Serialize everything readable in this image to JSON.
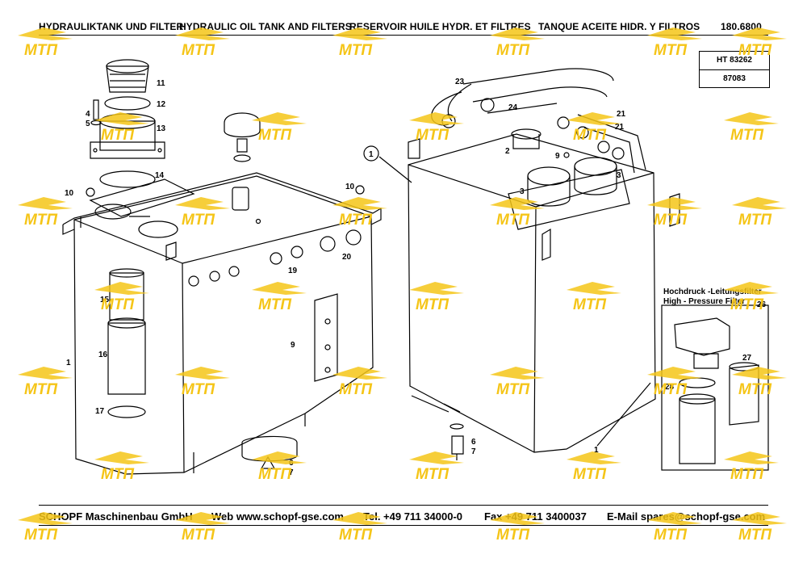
{
  "header": {
    "de": "HYDRAULIKTANK UND FILTER",
    "en": "HYDRAULIC OIL TANK AND FILTERS",
    "fr": "RESERVOIR HUILE HYDR. ET FILTRES",
    "es": "TANQUE ACEITE HIDR. Y FILTROS",
    "code": "180.6800"
  },
  "ref_box": {
    "line1": "HT 83262",
    "line2": "87083"
  },
  "callouts": {
    "n11": "11",
    "n12": "12",
    "n4": "4",
    "n5": "5",
    "n13": "13",
    "n14": "14",
    "n10a": "10",
    "n10b": "10",
    "n15a": "15",
    "n16": "16",
    "n17": "17",
    "n1a": "1",
    "n19": "19",
    "n20": "20",
    "n9a": "9",
    "n6a": "6",
    "n7a": "7",
    "n23": "23",
    "n24": "24",
    "n21a": "21",
    "n21b": "21",
    "n1b": "1",
    "n2": "2",
    "n9b": "9",
    "n3a": "3",
    "n3b": "3",
    "n6b": "6",
    "n7b": "7",
    "n1c": "1",
    "n26": "26",
    "n27": "27",
    "n28": "28"
  },
  "inset": {
    "title_de": "Hochdruck -Leitungsfilter",
    "title_en": "High - Pressure Filter"
  },
  "footer": {
    "company": "SCHOPF Maschinenbau GmbH",
    "web": "Web  www.schopf-gse.com",
    "tel": "Tel. +49 711 34000-0",
    "fax": "Fax +49 711 3400037",
    "email": "E-Mail  spares@schopf-gse.com"
  },
  "watermark": {
    "text": "МТП",
    "color": "#f5c518"
  }
}
